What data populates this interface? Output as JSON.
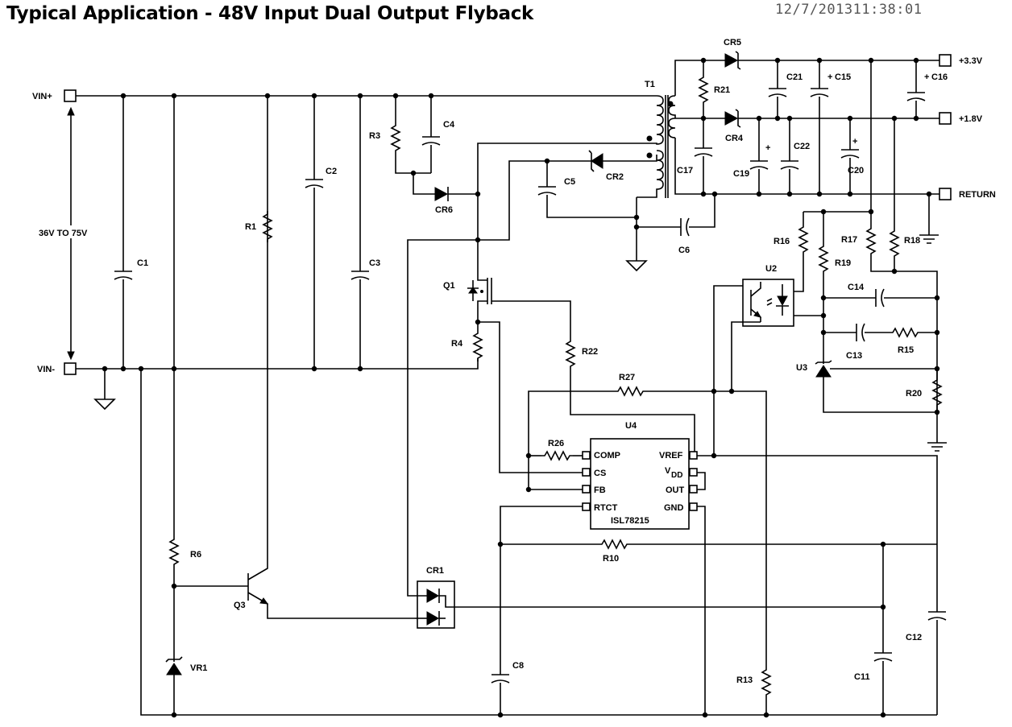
{
  "title": "Typical Application - 48V Input Dual Output Flyback",
  "timestamp": "12/7/201311:38:01",
  "terminals": {
    "vin_plus": "VIN+",
    "vin_minus": "VIN-",
    "v33": "+3.3V",
    "v18": "+1.8V",
    "ret": "RETURN"
  },
  "input_range": "36V TO 75V",
  "refdes": {
    "t1": "T1",
    "cr1": "CR1",
    "cr2": "CR2",
    "cr4": "CR4",
    "cr5": "CR5",
    "cr6": "CR6",
    "c1": "C1",
    "c2": "C2",
    "c3": "C3",
    "c4": "C4",
    "c5": "C5",
    "c6": "C6",
    "c8": "C8",
    "c11": "C11",
    "c12": "C12",
    "c13": "C13",
    "c14": "C14",
    "c15": "C15",
    "c16": "C16",
    "c17": "C17",
    "c19": "C19",
    "c20": "C20",
    "c21": "C21",
    "c22": "C22",
    "r1": "R1",
    "r3": "R3",
    "r4": "R4",
    "r6": "R6",
    "r10": "R10",
    "r13": "R13",
    "r15": "R15",
    "r16": "R16",
    "r17": "R17",
    "r18": "R18",
    "r19": "R19",
    "r20": "R20",
    "r21": "R21",
    "r22": "R22",
    "r26": "R26",
    "r27": "R27",
    "q1": "Q1",
    "q3": "Q3",
    "u2": "U2",
    "u3": "U3",
    "u4": "U4",
    "vr1": "VR1"
  },
  "ic_u4": {
    "part": "ISL78215",
    "pins_left": [
      "COMP",
      "CS",
      "FB",
      "RTCT"
    ],
    "pins_right": [
      "VREF",
      "DD",
      "OUT",
      "GND"
    ],
    "pin_vdd_prefix": "V"
  },
  "polarity_mark": "+"
}
